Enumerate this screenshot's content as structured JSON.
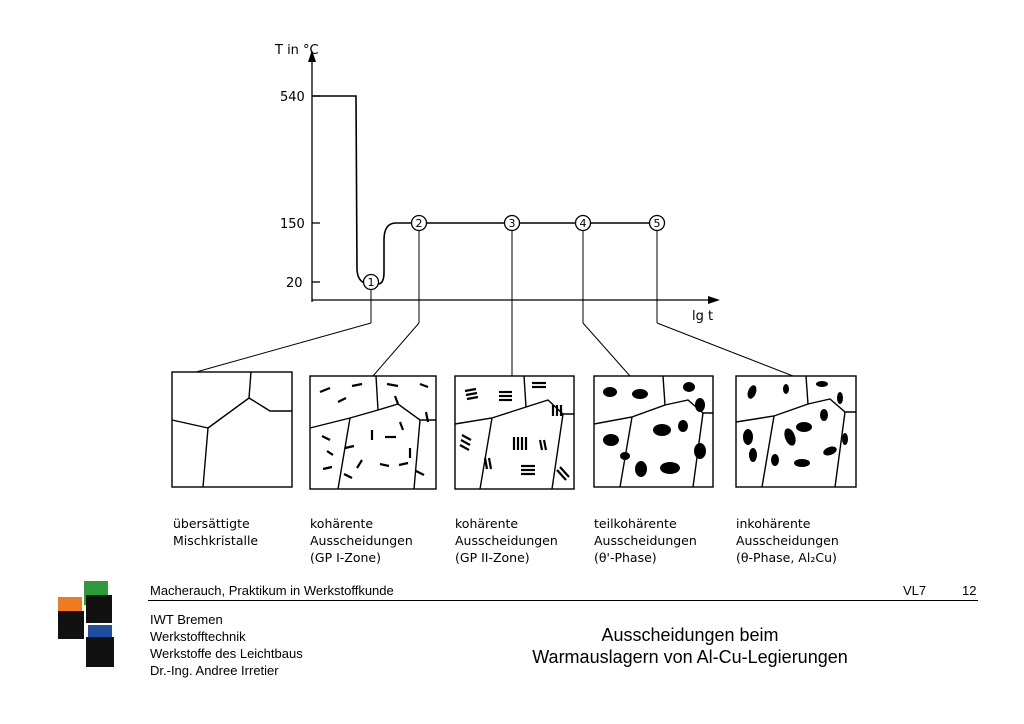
{
  "diagram": {
    "y_axis_label": "T in °C",
    "x_axis_label": "lg t",
    "y_ticks": [
      "540",
      "150",
      "20"
    ],
    "points": [
      "1",
      "2",
      "3",
      "4",
      "5"
    ],
    "stages": [
      {
        "line1": "übersättigte",
        "line2": "Mischkristalle",
        "line3": ""
      },
      {
        "line1": "kohärente",
        "line2": "Ausscheidungen",
        "line3": "(GP I-Zone)"
      },
      {
        "line1": "kohärente",
        "line2": "Ausscheidungen",
        "line3": "(GP II-Zone)"
      },
      {
        "line1": "teilkohärente",
        "line2": "Ausscheidungen",
        "line3": "(θ'-Phase)"
      },
      {
        "line1": "inkohärente",
        "line2": "Ausscheidungen",
        "line3": "(θ-Phase, Al₂Cu)"
      }
    ]
  },
  "footer": {
    "course": "Macherauch, Praktikum in Werkstoffkunde",
    "lecture": "VL7",
    "page": "12",
    "institution": [
      "IWT Bremen",
      "Werkstofftechnik",
      "Werkstoffe des Leichtbaus",
      "Dr.-Ing. Andree Irretier"
    ],
    "title_line1": "Ausscheidungen beim",
    "title_line2": "Warmauslagern von Al-Cu-Legierungen"
  },
  "colors": {
    "logo_orange": "#f07a1e",
    "logo_green": "#2e9a3a",
    "logo_blue": "#1d4ea0",
    "logo_black": "#111111"
  }
}
